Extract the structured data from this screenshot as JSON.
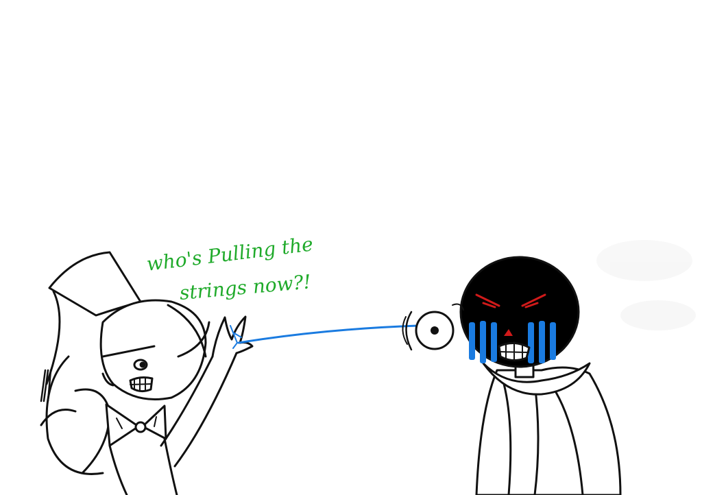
{
  "speech": {
    "line1": "who's Pulling the",
    "line2": "strings now?!"
  },
  "colors": {
    "background": "#ffffff",
    "ink": "#111111",
    "speech_text": "#1faa2a",
    "string": "#1a7be0",
    "tears": "#1a7be0",
    "angry_eyes": "#d01a1a"
  },
  "characters": [
    {
      "name": "puppeteer-with-fez",
      "side": "left"
    },
    {
      "name": "dark-skeleton-with-tears",
      "side": "right"
    }
  ]
}
